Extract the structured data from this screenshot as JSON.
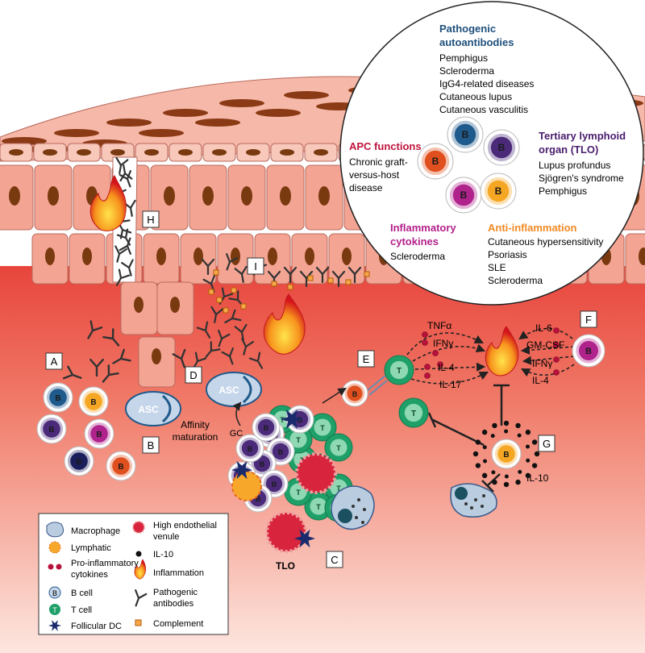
{
  "colors": {
    "blue_b": "#1f5a8c",
    "purple_b": "#4b2a7a",
    "orange_b": "#e0501e",
    "magenta_b": "#b0238c",
    "yellow_b": "#f5a623",
    "navy_b": "#1a1f5c",
    "tcell": "#1fa069",
    "tissue": "#f4a493",
    "heading_blue": "#1d4f7c",
    "heading_red": "#c0143c",
    "heading_purple": "#4a1d6d",
    "heading_magenta": "#b31f8a",
    "heading_orange": "#f08a24"
  },
  "circle": {
    "autoantibodies": {
      "title": "Pathogenic autoantibodies",
      "items": [
        "Pemphigus",
        "Scleroderma",
        "IgG4-related diseases",
        "Cutaneous lupus",
        "Cutaneous vasculitis"
      ]
    },
    "apc": {
      "title": "APC functions",
      "items": [
        "Chronic graft-",
        "versus-host",
        "disease"
      ]
    },
    "tlo": {
      "title": "Tertiary lymphoid organ (TLO)",
      "items": [
        "Lupus profundus",
        "Sjögren's syndrome",
        "Pemphigus"
      ]
    },
    "cytokines": {
      "title": "Inflammatory cytokines",
      "items": [
        "Scleroderma"
      ]
    },
    "anti_inflammation": {
      "title": "Anti-inflammation",
      "items": [
        "Cutaneous hypersensitivity",
        "Psoriasis",
        "SLE",
        "Scleroderma"
      ]
    }
  },
  "cell_letters": {
    "b": "B",
    "t": "T",
    "asc": "ASC"
  },
  "panel_labels": {
    "a": "A",
    "b": "B",
    "c": "C",
    "d": "D",
    "e": "E",
    "f": "F",
    "g": "G",
    "h": "H",
    "i": "I"
  },
  "cytokine_labels": {
    "tnfa": "TNFα",
    "ifng_left": "IFNγ",
    "il4_left": "IL-4",
    "il17": "IL-17",
    "il6": "IL-6",
    "gmcsf": "GM-CSF",
    "ifng_right": "IFNγ",
    "il4_right": "IL-4",
    "il10": "IL-10"
  },
  "text": {
    "affinity": "Affinity",
    "maturation": "maturation",
    "gc": "GC",
    "tlo": "TLO"
  },
  "legend": {
    "macrophage": "Macrophage",
    "lymphatic": "Lymphatic",
    "pro_inflammatory": [
      "Pro-inflammatory",
      "cytokines"
    ],
    "bcell": "B cell",
    "tcell": "T cell",
    "follicular_dc": "Follicular DC",
    "hev": [
      "High endothelial",
      "venule"
    ],
    "il10": "IL-10",
    "inflammation": "Inflammation",
    "pathogenic_antibodies": [
      "Pathogenic",
      "antibodies"
    ],
    "complement": "Complement"
  }
}
